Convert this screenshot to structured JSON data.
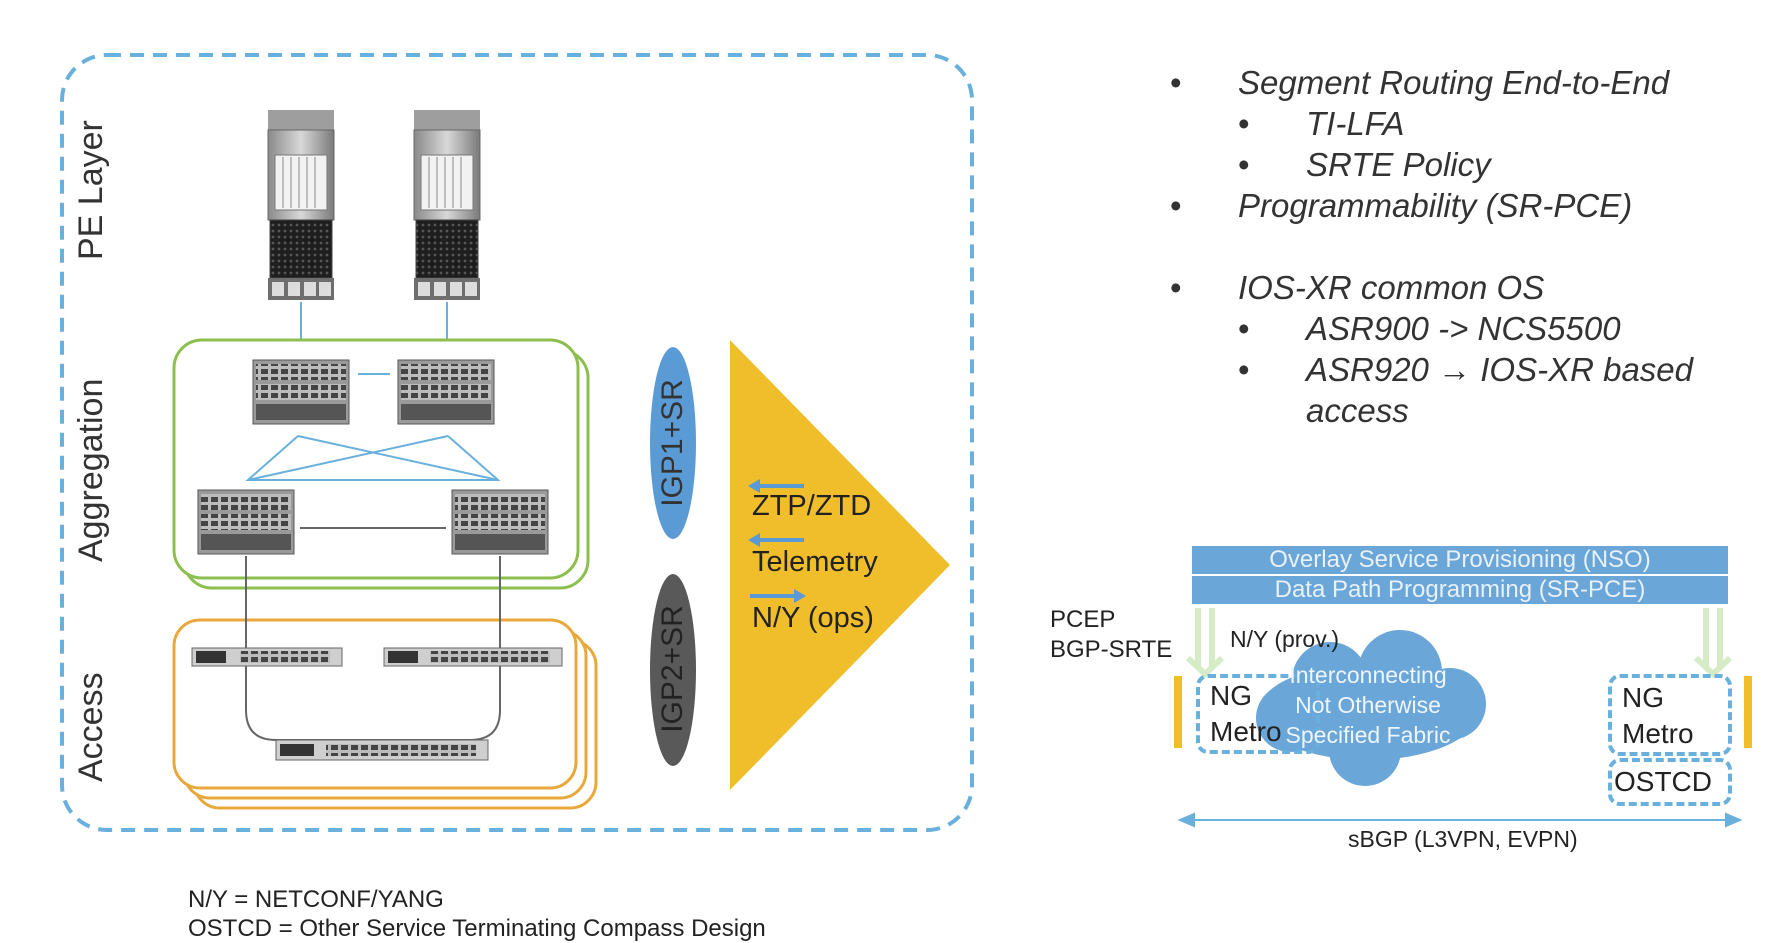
{
  "layers": {
    "pe": "PE Layer",
    "aggregation": "Aggregation",
    "access": "Access"
  },
  "igp": {
    "top": "IGP1+SR",
    "bottom": "IGP2+SR"
  },
  "controller_flows": [
    "ZTP/ZTD",
    "Telemetry",
    "N/Y (ops)"
  ],
  "features": {
    "items": [
      {
        "level": 1,
        "text": "Segment Routing End-to-End"
      },
      {
        "level": 2,
        "text": "TI-LFA"
      },
      {
        "level": 2,
        "text": "SRTE Policy"
      },
      {
        "level": 1,
        "text": "Programmability (SR-PCE)"
      },
      {
        "level": 0,
        "text": ""
      },
      {
        "level": 1,
        "text": "IOS-XR common OS"
      },
      {
        "level": 2,
        "text": "ASR900 -> NCS5500"
      },
      {
        "level": 2,
        "text": "ASR920 → IOS-XR based"
      },
      {
        "level": 3,
        "text": "access"
      }
    ],
    "bullet": "•"
  },
  "overlay": {
    "bar1": "Overlay Service Provisioning (NSO)",
    "bar2": "Data Path Programming (SR-PCE)",
    "pcep": "PCEP",
    "bgp_srte": "BGP-SRTE",
    "ny_prov": "N/Y (prov.)",
    "cloud": [
      "Interconnecting",
      "Not Otherwise",
      "Specified Fabric"
    ],
    "ng_metro_left": [
      "NG",
      "Metro"
    ],
    "ng_metro_right": [
      "NG",
      "Metro"
    ],
    "ostcd": "OSTCD",
    "sbgp": "sBGP (L3VPN, EVPN)"
  },
  "legend": {
    "line1": "N/Y = NETCONF/YANG",
    "line2": "OSTCD = Other Service Terminating Compass Design"
  },
  "colors": {
    "dashed_blue": "#6ab0dd",
    "green": "#8cbf4e",
    "orange": "#e8a93a",
    "triangle": "#f0be2a",
    "igp1": "#5b9bd5",
    "igp2": "#595959",
    "bar": "#6aa6d8",
    "cloud": "#6aa6d8"
  }
}
